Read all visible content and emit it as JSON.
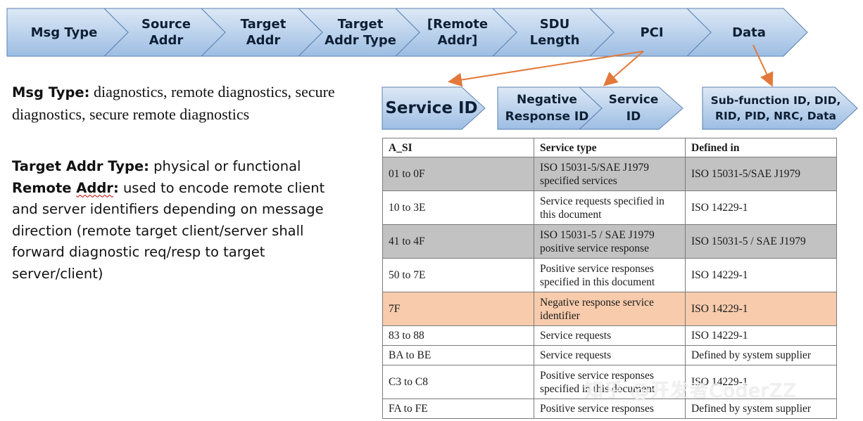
{
  "header_fields": [
    {
      "label": "Msg Type"
    },
    {
      "label": "Source\nAddr"
    },
    {
      "label": "Target\nAddr"
    },
    {
      "label": "Target\nAddr Type"
    },
    {
      "label": "[Remote\nAddr]"
    },
    {
      "label": "SDU\nLength"
    },
    {
      "label": "PCI"
    },
    {
      "label": "Data"
    }
  ],
  "sub_fields": {
    "service_id": "Service ID",
    "negative_response_id": "Negative\nResponse ID",
    "service_id_2": "Service\nID",
    "data_contents": "Sub-function ID, DID,\nRID, PID, NRC, Data"
  },
  "descriptions": {
    "msg_type_term": "Msg Type:",
    "msg_type_text": " diagnostics, remote diagnostics, secure diagnostics, secure remote diagnostics",
    "target_addr_type_term": "Target Addr Type:",
    "target_addr_type_text": " physical or functional",
    "remote_addr_term_a": "Remote ",
    "remote_addr_term_b": "Addr",
    "remote_addr_term_c": ":",
    "remote_addr_text": " used to encode remote client and server identifiers depending on message direction (remote target client/server shall forward diagnostic req/resp to target server/client)"
  },
  "sid_table": {
    "headers": [
      "A_SI",
      "Service type",
      "Defined in"
    ],
    "rows": [
      {
        "a_si": "01 to 0F",
        "service_type": "ISO 15031-5/SAE J1979 specified services",
        "defined_in": "ISO 15031-5/SAE J1979",
        "shade": "gray"
      },
      {
        "a_si": "10 to 3E",
        "service_type": "Service requests specified in this document",
        "defined_in": "ISO 14229-1",
        "shade": "none"
      },
      {
        "a_si": "41 to 4F",
        "service_type": "ISO 15031-5 / SAE J1979 positive service response",
        "defined_in": "ISO 15031-5 / SAE J1979",
        "shade": "gray"
      },
      {
        "a_si": "50 to 7E",
        "service_type": "Positive service responses specified in this document",
        "defined_in": "ISO 14229-1",
        "shade": "none"
      },
      {
        "a_si": "7F",
        "service_type": "Negative response service identifier",
        "defined_in": "ISO 14229-1",
        "shade": "peach"
      },
      {
        "a_si": "83 to 88",
        "service_type": "Service requests",
        "defined_in": "ISO 14229-1",
        "shade": "none"
      },
      {
        "a_si": "BA to BE",
        "service_type": "Service requests",
        "defined_in": "Defined by system supplier",
        "shade": "none"
      },
      {
        "a_si": "C3 to C8",
        "service_type": "Positive service responses specified in this document",
        "defined_in": "ISO 14229-1",
        "shade": "none"
      },
      {
        "a_si": "FA to FE",
        "service_type": "Positive service responses",
        "defined_in": "Defined by system supplier",
        "shade": "none"
      }
    ]
  },
  "watermark": "知乎 @开发者CoderZZ",
  "colors": {
    "chevron_light": "#dde9f6",
    "chevron_dark": "#9dbde3",
    "chevron_border": "#5b82b2",
    "arrow": "#e2793a",
    "row_gray": "#c2c2c2",
    "row_peach": "#f7cbac"
  }
}
